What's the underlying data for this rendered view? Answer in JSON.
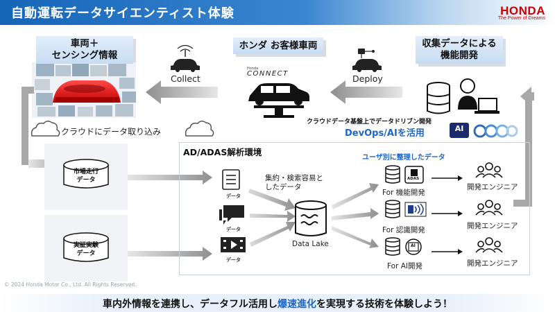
{
  "title": "自動運転データサイエンティスト体験",
  "logo": {
    "name": "HONDA",
    "tagline": "The Power of Dreams"
  },
  "sections": {
    "vehicle_data": {
      "line1": "車両＋",
      "line2": "センシング情報"
    },
    "customer_vehicle": "ホンダ お客様車両",
    "feature_dev": {
      "line1": "収集データによる",
      "line2": "機能開発"
    }
  },
  "flow": {
    "collect": "Collect",
    "deploy": "Deploy",
    "connect_brand": "CONNECT",
    "connect_small": "Honda"
  },
  "cloud_ingest": "クラウドにデータ取り込み",
  "devops": {
    "line1": "クラウドデータ基盤上でデータドリブン開発",
    "line2": "DevOps/AIを活用"
  },
  "ai_badge": "AI",
  "analysis": {
    "title": "AD/ADAS解析環境",
    "organized_label": "ユーザ別に整理したデータ",
    "datalake_note": {
      "line1": "集約・検索容易と",
      "line2": "したデータ"
    },
    "datalake_label": "Data Lake",
    "data_tag": "データ",
    "outputs": [
      {
        "label": "For 機能開発",
        "badge": "ADAS",
        "engineer": "開発エンジニア"
      },
      {
        "label": "For 認識開発",
        "badge": "",
        "engineer": "開発エンジニア"
      },
      {
        "label": "For AI開発",
        "badge": "AI",
        "engineer": "開発エンジニア"
      }
    ]
  },
  "sources": [
    {
      "line1": "市場走行",
      "line2": "データ"
    },
    {
      "line1": "実証実験",
      "line2": "データ"
    }
  ],
  "copyright": "© 2024 Honda Motor Co., Ltd. All Rights Reserved.",
  "bottom_message": {
    "pre": "車内外情報を連携し、データフル活用し",
    "highlight": "爆速進化",
    "post": "を実現する技術を体験しよう！"
  },
  "colors": {
    "accent_blue": "#1565b8",
    "brand_red": "#cc0000",
    "highlight_blue": "#1e66c7",
    "arrow_gray": "#9a9a9a"
  }
}
